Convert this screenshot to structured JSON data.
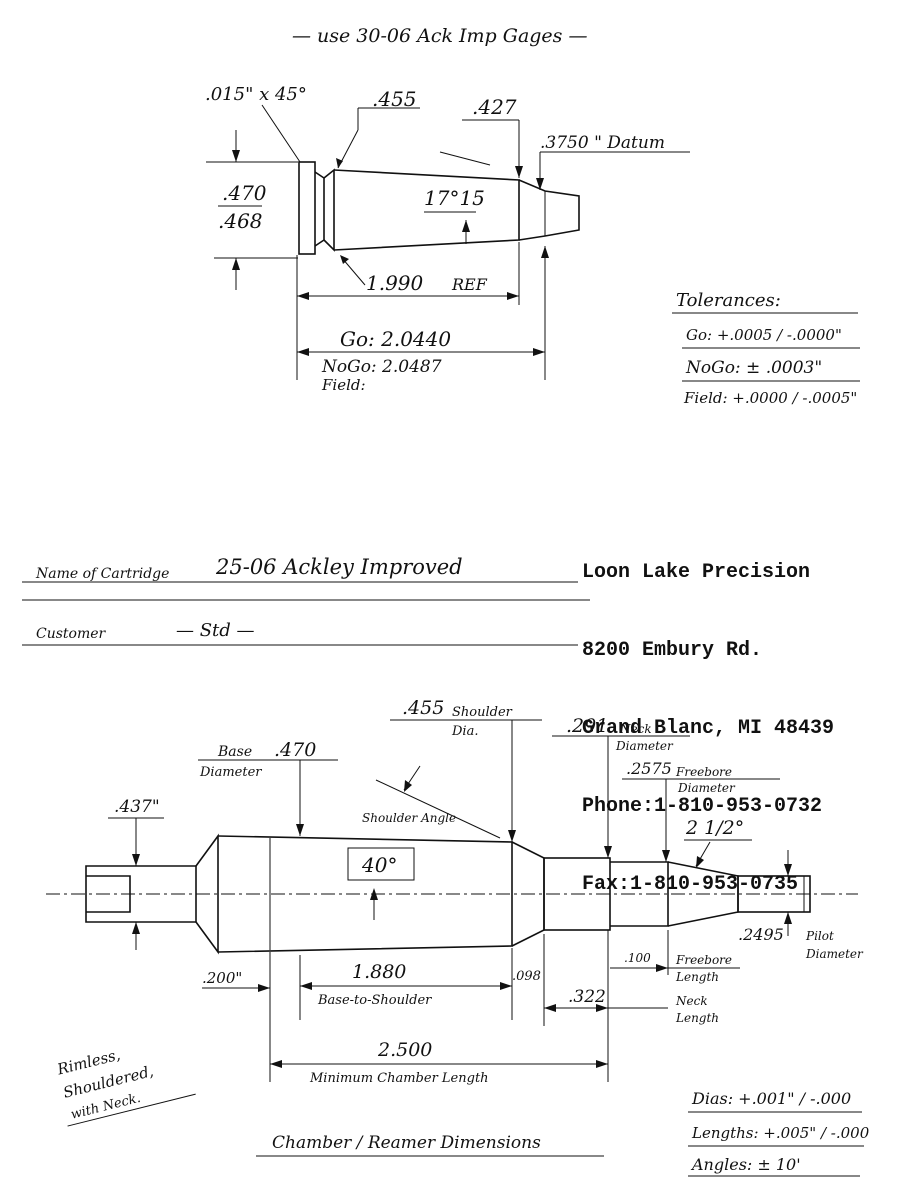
{
  "top_note": "— use 30-06 Ack Imp Gages —",
  "gauge": {
    "chamfer": ".015\" x 45°",
    "shoulder_dia": ".455",
    "neck_dia": ".427",
    "datum": ".3750 \" Datum",
    "base_dia_max": ".470",
    "base_dia_min": ".468",
    "angle": "17°15",
    "ref_length": "1.990",
    "ref_label": "REF",
    "go": "Go: 2.0440",
    "nogo": "NoGo: 2.0487",
    "field": "Field:"
  },
  "tolerances_top": {
    "title": "Tolerances:",
    "go": "Go: +.0005 / -.0000\"",
    "nogo": "NoGo: ± .0003\"",
    "field": "Field: +.0000 / -.0005\""
  },
  "company": {
    "name": "Loon Lake Precision",
    "address": "8200 Embury Rd.",
    "city": "Grand Blanc, MI 48439",
    "phone": "Phone:1-810-953-0732",
    "fax": "Fax:1-810-953-0735"
  },
  "form": {
    "cartridge_label": "Name of Cartridge",
    "cartridge_value": "25-06 Ackley Improved",
    "customer_label": "Customer",
    "customer_value": "— Std —"
  },
  "chamber": {
    "base_label": "Base",
    "base_value": ".470",
    "diameter_label": "Diameter",
    "pilot_rear": ".437\"",
    "shoulder_value": ".455",
    "shoulder_label": "Shoulder",
    "dia_label": "Dia.",
    "shoulder_angle_label": "Shoulder Angle",
    "shoulder_angle": "40°",
    "neck_value": ".291",
    "neck_label": "Neck",
    "neck_dia_label": "Diameter",
    "freebore_value": ".2575",
    "freebore_label": "Freebore",
    "freebore_dia_label": "Diameter",
    "throat_angle": "2 1/2°",
    "pilot_value": ".2495",
    "pilot_label": "Pilot",
    "pilot_dia_label": "Diameter",
    "offset": ".200\"",
    "base_to_shoulder": "1.880",
    "base_to_shoulder_label": "Base-to-Shoulder",
    "shoulder_len": ".098",
    "neck_len": ".322",
    "neck_len_label": "Neck",
    "neck_len_label2": "Length",
    "freebore_len": ".100",
    "freebore_len_label": "Freebore",
    "freebore_len_label2": "Length",
    "min_length": "2.500",
    "min_length_label": "Minimum Chamber Length"
  },
  "type_note": [
    "Rimless,",
    "Shouldered,",
    "with Neck."
  ],
  "title": "Chamber / Reamer Dimensions",
  "tolerances_bottom": {
    "dias": "Dias: +.001\" / -.000",
    "lengths": "Lengths: +.005\" / -.000",
    "angles": "Angles: ± 10'"
  }
}
